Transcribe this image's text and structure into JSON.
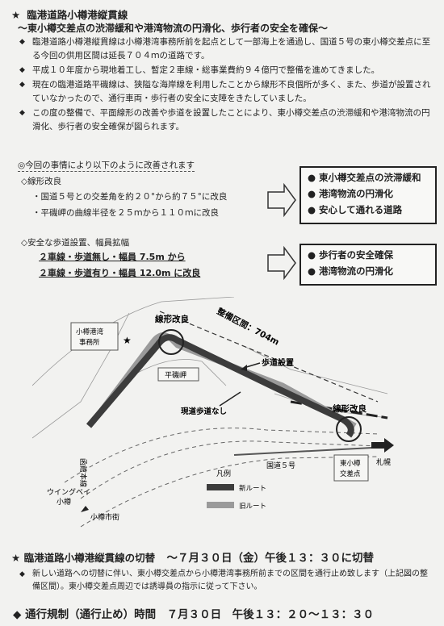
{
  "header": {
    "star": "★",
    "title": "臨港道路小樽港縦貫線",
    "subtitle": "～東小樽交差点の渋滞緩和や港湾物流の円滑化、歩行者の安全を確保～"
  },
  "bullets": [
    "臨港道路小樽港縦貫線は小樽港湾事務所前を起点として一部海上を通過し、国道５号の東小樽交差点に至る今回の供用区間は延長７０４ｍの道路です。",
    "平成１０年度から現地着工し、暫定２車線・総事業費約９４億円で整備を進めてきました。",
    "現在の臨港道路平磯線は、狭隘な海岸線を利用したことから線形不良個所が多く、また、歩道が設置されていなかったので、通行車両・歩行者の安全に支障をきたしていました。",
    "この度の整備で、平面線形の改善や歩道を設置したことにより、東小樽交差点の渋滞緩和や港湾物流の円滑化、歩行者の安全確保が図られます。"
  ],
  "bullet_marker": "◆",
  "section_title": "◎今回の事情により以下のように改善されます",
  "group1": {
    "title": "◇線形改良",
    "items": [
      "・国道５号との交差角を約２０°から約７５°に改良",
      "・平磯岬の曲線半径を２５ｍから１１０ｍに改良"
    ],
    "results": [
      "東小樽交差点の渋滞緩和",
      "港湾物流の円滑化",
      "安心して通れる道路"
    ]
  },
  "group2": {
    "title": "◇安全な歩道設置、幅員拡幅",
    "items": [
      "２車線・歩道無し・幅員 7.5m から",
      "２車線・歩道有り・幅員 12.0m に改良"
    ],
    "results": [
      "歩行者の安全確保",
      "港湾物流の円滑化"
    ]
  },
  "result_marker": "●",
  "map": {
    "section_label": "整備区間：704m",
    "curve_label_1": "線形改良",
    "curve_label_2": "線形改良",
    "office_label_1": "小樽港湾",
    "office_label_2": "事務所",
    "cape_label": "平磯岬",
    "sidewalk_label": "歩道設置",
    "no_sidewalk_label": "現道歩道なし",
    "route5_label": "国道５号",
    "main_line_label": "函館本線",
    "waving_label_1": "ウイングベイ",
    "waving_label_2": "小樽",
    "city_label": "小樽市街",
    "sapporo_label": "札幌",
    "intersection_1": "東小樽",
    "intersection_2": "交差点",
    "legend_title": "凡例",
    "legend_new": "新ルート",
    "legend_old": "旧ルート",
    "colors": {
      "new_route": "#3c3c3c",
      "old_route": "#9a9a9a"
    }
  },
  "switch": {
    "star": "★",
    "title": "臨港道路小樽港縦貫線の切替",
    "datetime": "～７月３０日（金）午後１３：３０に切替",
    "note": "新しい道路への切替に伴い、東小樽交差点から小樽港湾事務所前までの区間を通行止め致します（上記図の整備区間）。東小樽交差点周辺では誘導員の指示に従って下さい。",
    "regulation": "◆ 通行規制（通行止め）時間　７月３０日　午後１３：２０～１３：３０"
  }
}
